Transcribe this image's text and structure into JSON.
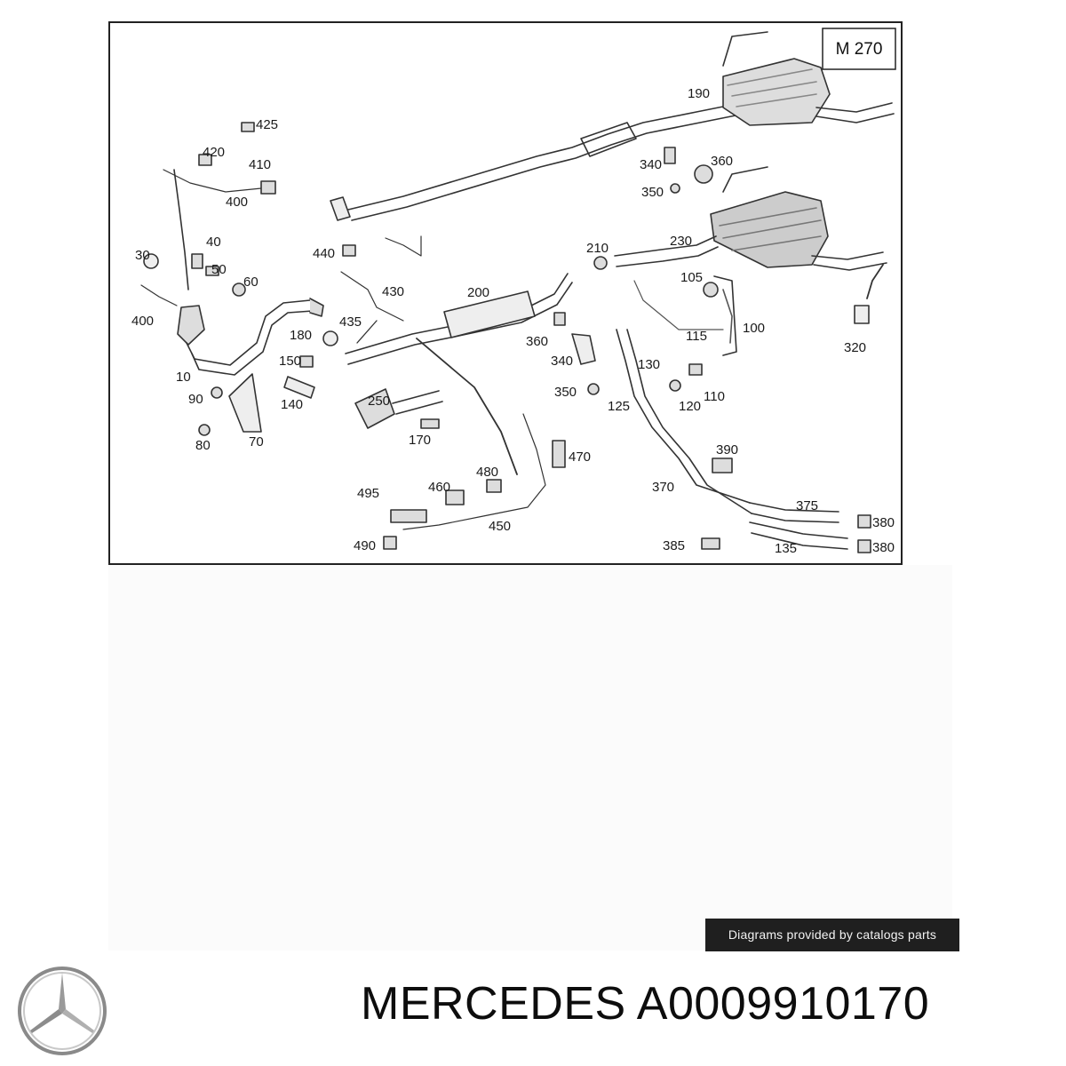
{
  "diagram": {
    "model_code": "M 270",
    "part_labels": [
      "425",
      "420",
      "410",
      "400",
      "30",
      "40",
      "50",
      "60",
      "400",
      "10",
      "440",
      "430",
      "435",
      "180",
      "150",
      "140",
      "90",
      "80",
      "70",
      "250",
      "170",
      "200",
      "210",
      "230",
      "190",
      "340",
      "360",
      "350",
      "105",
      "100",
      "115",
      "110",
      "120",
      "130",
      "125",
      "360",
      "340",
      "350",
      "320",
      "390",
      "370",
      "375",
      "380",
      "380",
      "135",
      "385",
      "470",
      "480",
      "460",
      "495",
      "490",
      "450"
    ]
  },
  "credit": {
    "text": "Diagrams provided by catalogs parts"
  },
  "brand": {
    "logo": "mercedes-star-logo",
    "title": "MERCEDES A0009910170"
  }
}
